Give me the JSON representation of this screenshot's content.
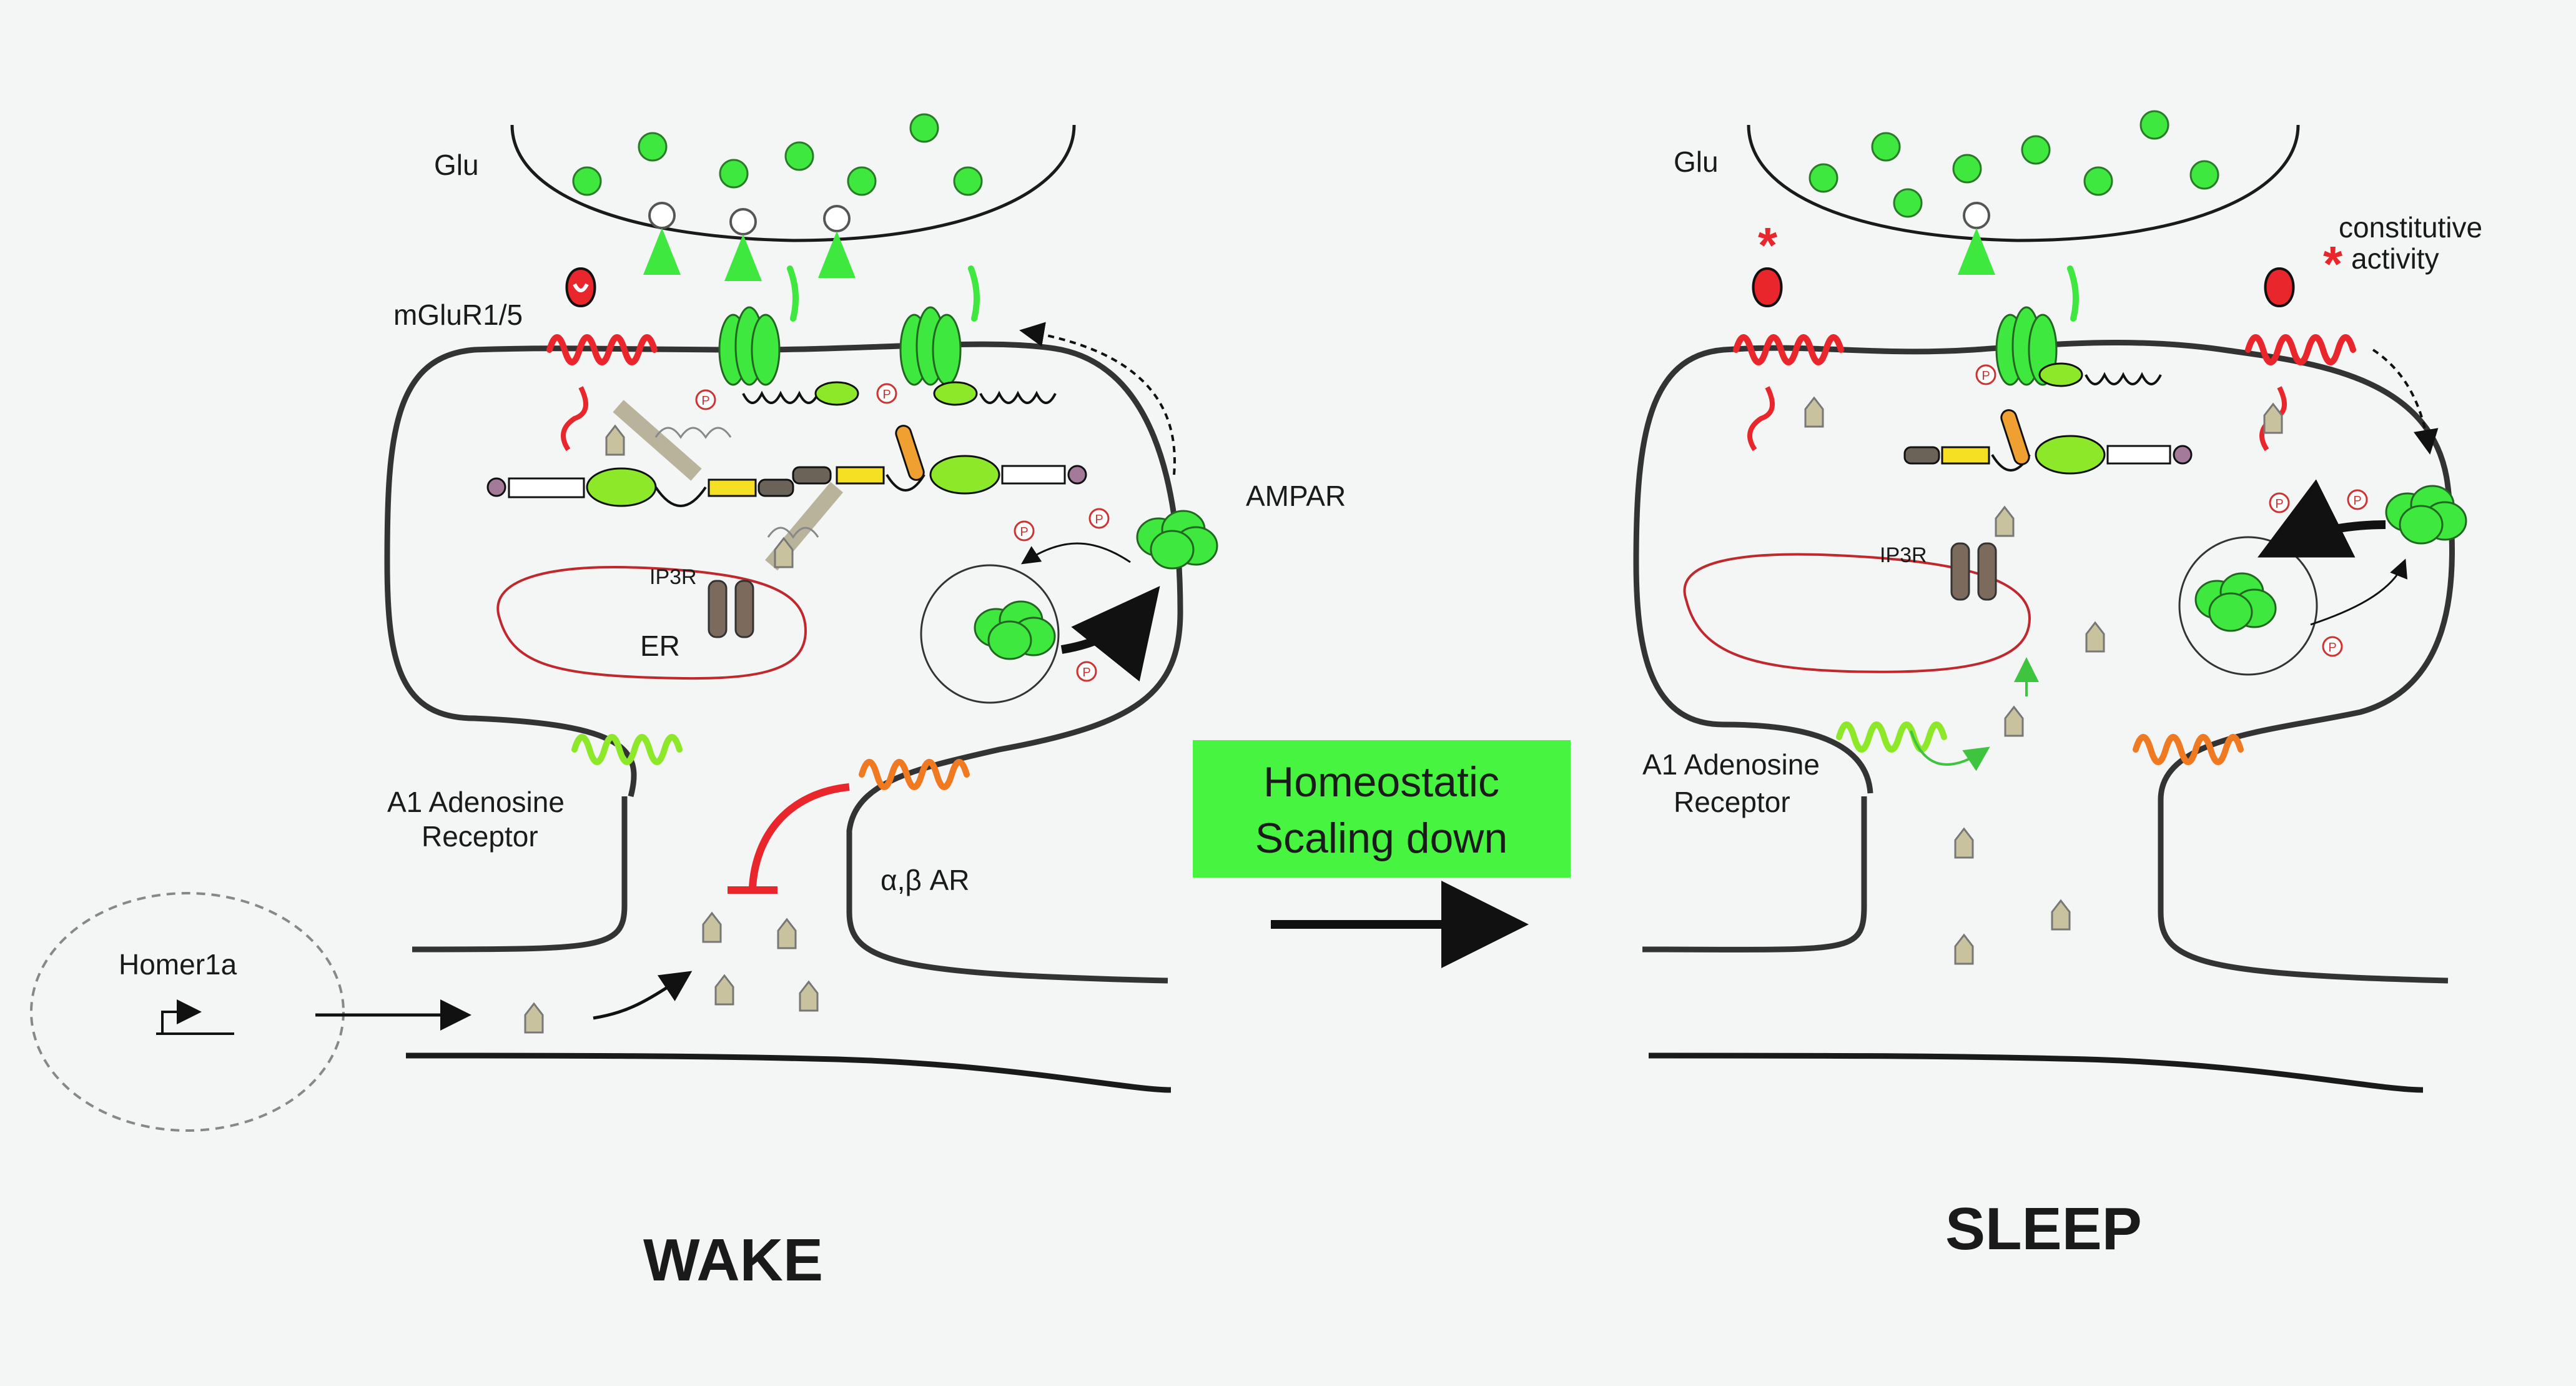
{
  "wake": {
    "glu": "Glu",
    "mglur": "mGluR1/5",
    "ampar": "AMPAR",
    "ip3r": "IP3R",
    "er": "ER",
    "a1_line1": "A1 Adenosine",
    "a1_line2": "Receptor",
    "ar": "α,β AR",
    "homer": "Homer1a",
    "title": "WAKE"
  },
  "center": {
    "line1": "Homeostatic",
    "line2": "Scaling down"
  },
  "sleep": {
    "glu": "Glu",
    "constitutive_line1": "constitutive",
    "constitutive_line2": "activity",
    "ip3r": "IP3R",
    "a1_line1": "A1 Adenosine",
    "a1_line2": "Receptor",
    "title": "SLEEP"
  },
  "glyphs": {
    "phospho": "P",
    "asterisk": "*"
  },
  "colors": {
    "glutamate": "#3ee83e",
    "mglur": "#e8262b",
    "adrenergic": "#f07a22",
    "adenosine": "#8ee82a",
    "banner": "#47f43f",
    "membrane": "#333333",
    "er": "#c0282d",
    "adenosine_molecule": "#c8c29e"
  }
}
